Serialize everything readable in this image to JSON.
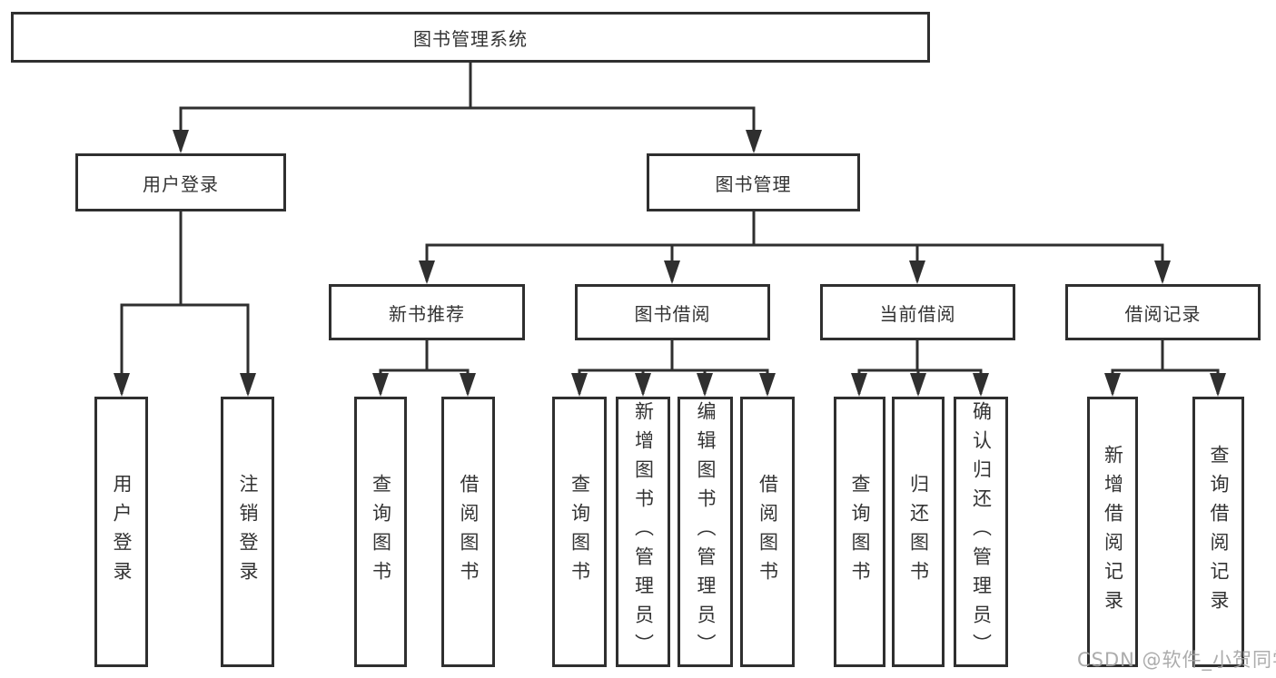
{
  "colors": {
    "line": "#2f2f2f",
    "box_border": "#2f2f2f",
    "text": "#333333",
    "background": "#ffffff",
    "watermark": "#a3a3a3"
  },
  "tree": {
    "root": {
      "label": "图书管理系统"
    },
    "branches": [
      {
        "label": "用户登录",
        "children": [
          {
            "label": "用户登录"
          },
          {
            "label": "注销登录"
          }
        ]
      },
      {
        "label": "图书管理",
        "children": [
          {
            "label": "新书推荐",
            "children": [
              {
                "label": "查询图书"
              },
              {
                "label": "借阅图书"
              }
            ]
          },
          {
            "label": "图书借阅",
            "children": [
              {
                "label": "查询图书"
              },
              {
                "label": "新增图书（管理员）"
              },
              {
                "label": "编辑图书（管理员）"
              },
              {
                "label": "借阅图书"
              }
            ]
          },
          {
            "label": "当前借阅",
            "children": [
              {
                "label": "查询图书"
              },
              {
                "label": "归还图书"
              },
              {
                "label": "确认归还（管理员）"
              }
            ]
          },
          {
            "label": "借阅记录",
            "children": [
              {
                "label": "新增借阅记录"
              },
              {
                "label": "查询借阅记录"
              }
            ]
          }
        ]
      }
    ]
  },
  "watermark": {
    "text": "CSDN @软件_小贺同学"
  }
}
